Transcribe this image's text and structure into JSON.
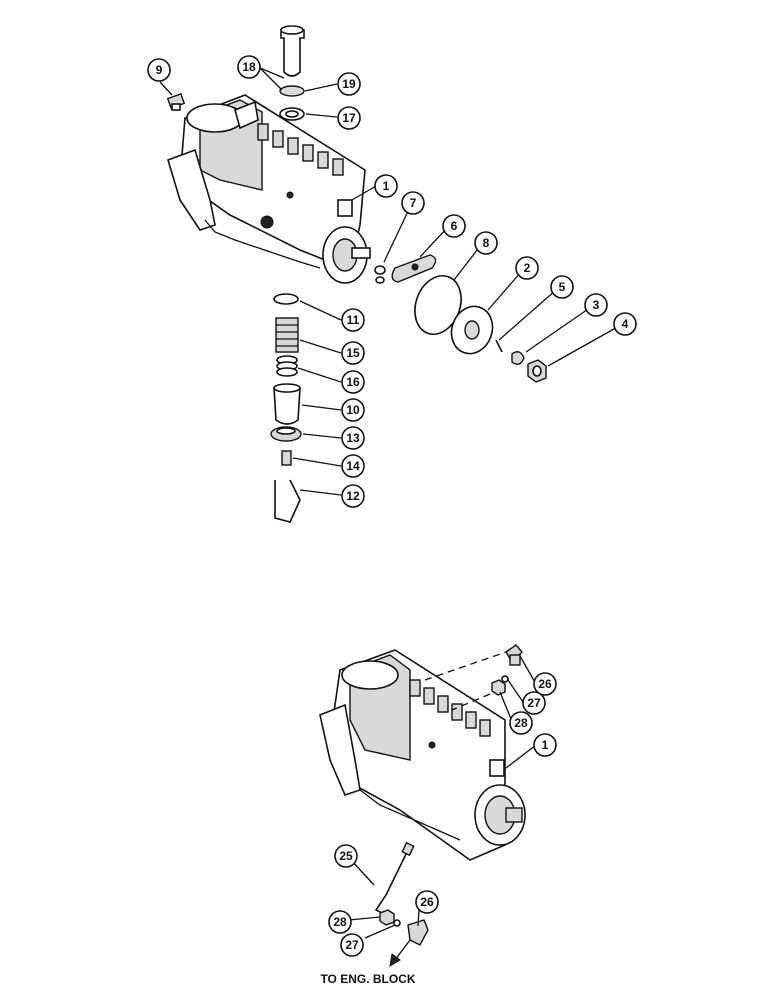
{
  "callouts": {
    "c1a": "1",
    "c2": "2",
    "c3": "3",
    "c4": "4",
    "c5": "5",
    "c6": "6",
    "c7": "7",
    "c8": "8",
    "c9": "9",
    "c10": "10",
    "c11": "11",
    "c12": "12",
    "c13": "13",
    "c14": "14",
    "c15": "15",
    "c16": "16",
    "c17": "17",
    "c18": "18",
    "c19": "19",
    "c1b": "1",
    "c25": "25",
    "c26a": "26",
    "c27a": "27",
    "c28a": "28",
    "c26b": "26",
    "c27b": "27",
    "c28b": "28"
  },
  "caption": "TO ENG. BLOCK"
}
